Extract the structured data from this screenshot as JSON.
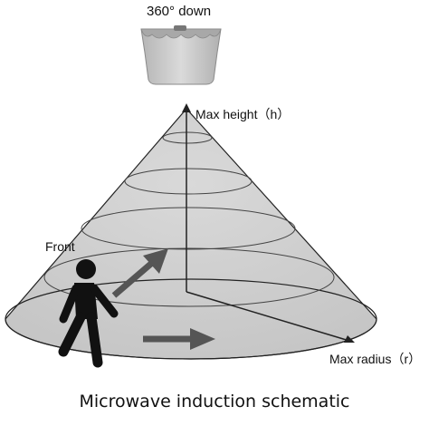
{
  "labels": {
    "top": "360°  down",
    "height_axis": "Max height（h）",
    "front": "Front",
    "radius_axis": "Max radius（r）"
  },
  "caption": "Microwave induction schematic",
  "colors": {
    "cone_fill": "#cfcfcf",
    "outline": "#222222",
    "arrow": "#555555",
    "person": "#111111",
    "sensor_body": "#c9c9c9"
  },
  "icons": {
    "sensor": "ceiling-sensor-icon",
    "person": "walking-person-icon"
  }
}
